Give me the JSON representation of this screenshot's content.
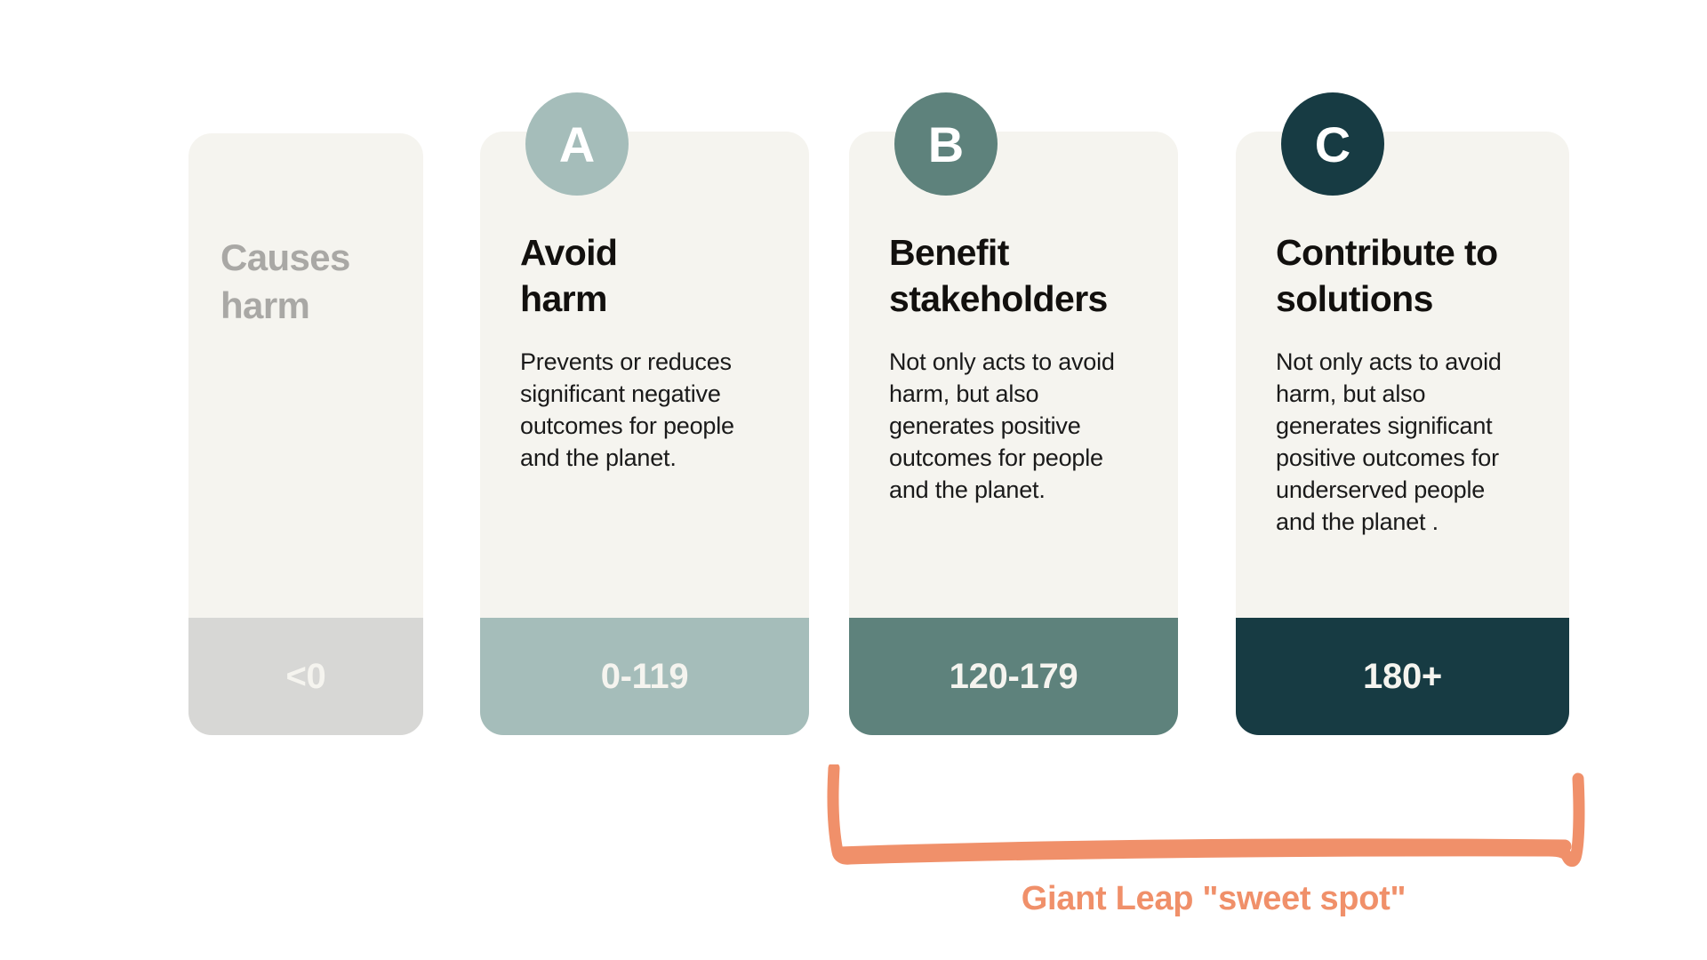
{
  "background": "#FFFFFF",
  "palette": {
    "card_surface": "#F5F4EF",
    "muted_band": "#D7D7D5",
    "muted_text": "#A9A8A5",
    "level_a": "#A5BDBA",
    "level_b": "#5E827C",
    "level_c": "#173B43",
    "accent_orange": "#F0906A",
    "body_text": "#1A1A1A",
    "title_text": "#12100E",
    "band_label_text": "#F5F4EF"
  },
  "cards": [
    {
      "id": "causes-harm",
      "badge": null,
      "badge_color": null,
      "title": "Causes\nharm",
      "description": "",
      "band_label": "<0",
      "band_color": "#D7D7D5",
      "muted": true
    },
    {
      "id": "avoid-harm",
      "badge": "A",
      "badge_color": "#A5BDBA",
      "title": "Avoid\nharm",
      "description": "Prevents or reduces\nsignificant negative\noutcomes for people\nand the planet.",
      "band_label": "0-119",
      "band_color": "#A5BDBA",
      "muted": false
    },
    {
      "id": "benefit-stakeholders",
      "badge": "B",
      "badge_color": "#5E827C",
      "title": "Benefit\nstakeholders",
      "description": "Not only acts to avoid\nharm, but also\ngenerates positive\noutcomes for people\nand the planet.",
      "band_label": "120-179",
      "band_color": "#5E827C",
      "muted": false
    },
    {
      "id": "contribute-to-solutions",
      "badge": "C",
      "badge_color": "#173B43",
      "title": "Contribute to\nsolutions",
      "description": "Not only acts to avoid\nharm, but also\ngenerates significant\npositive outcomes for\nunderserved people\nand the planet .",
      "band_label": "180+",
      "band_color": "#173B43",
      "muted": false
    }
  ],
  "annotation": {
    "caption": "Giant Leap \"sweet spot\"",
    "color": "#F0906A",
    "covers": [
      "benefit-stakeholders",
      "contribute-to-solutions"
    ]
  }
}
